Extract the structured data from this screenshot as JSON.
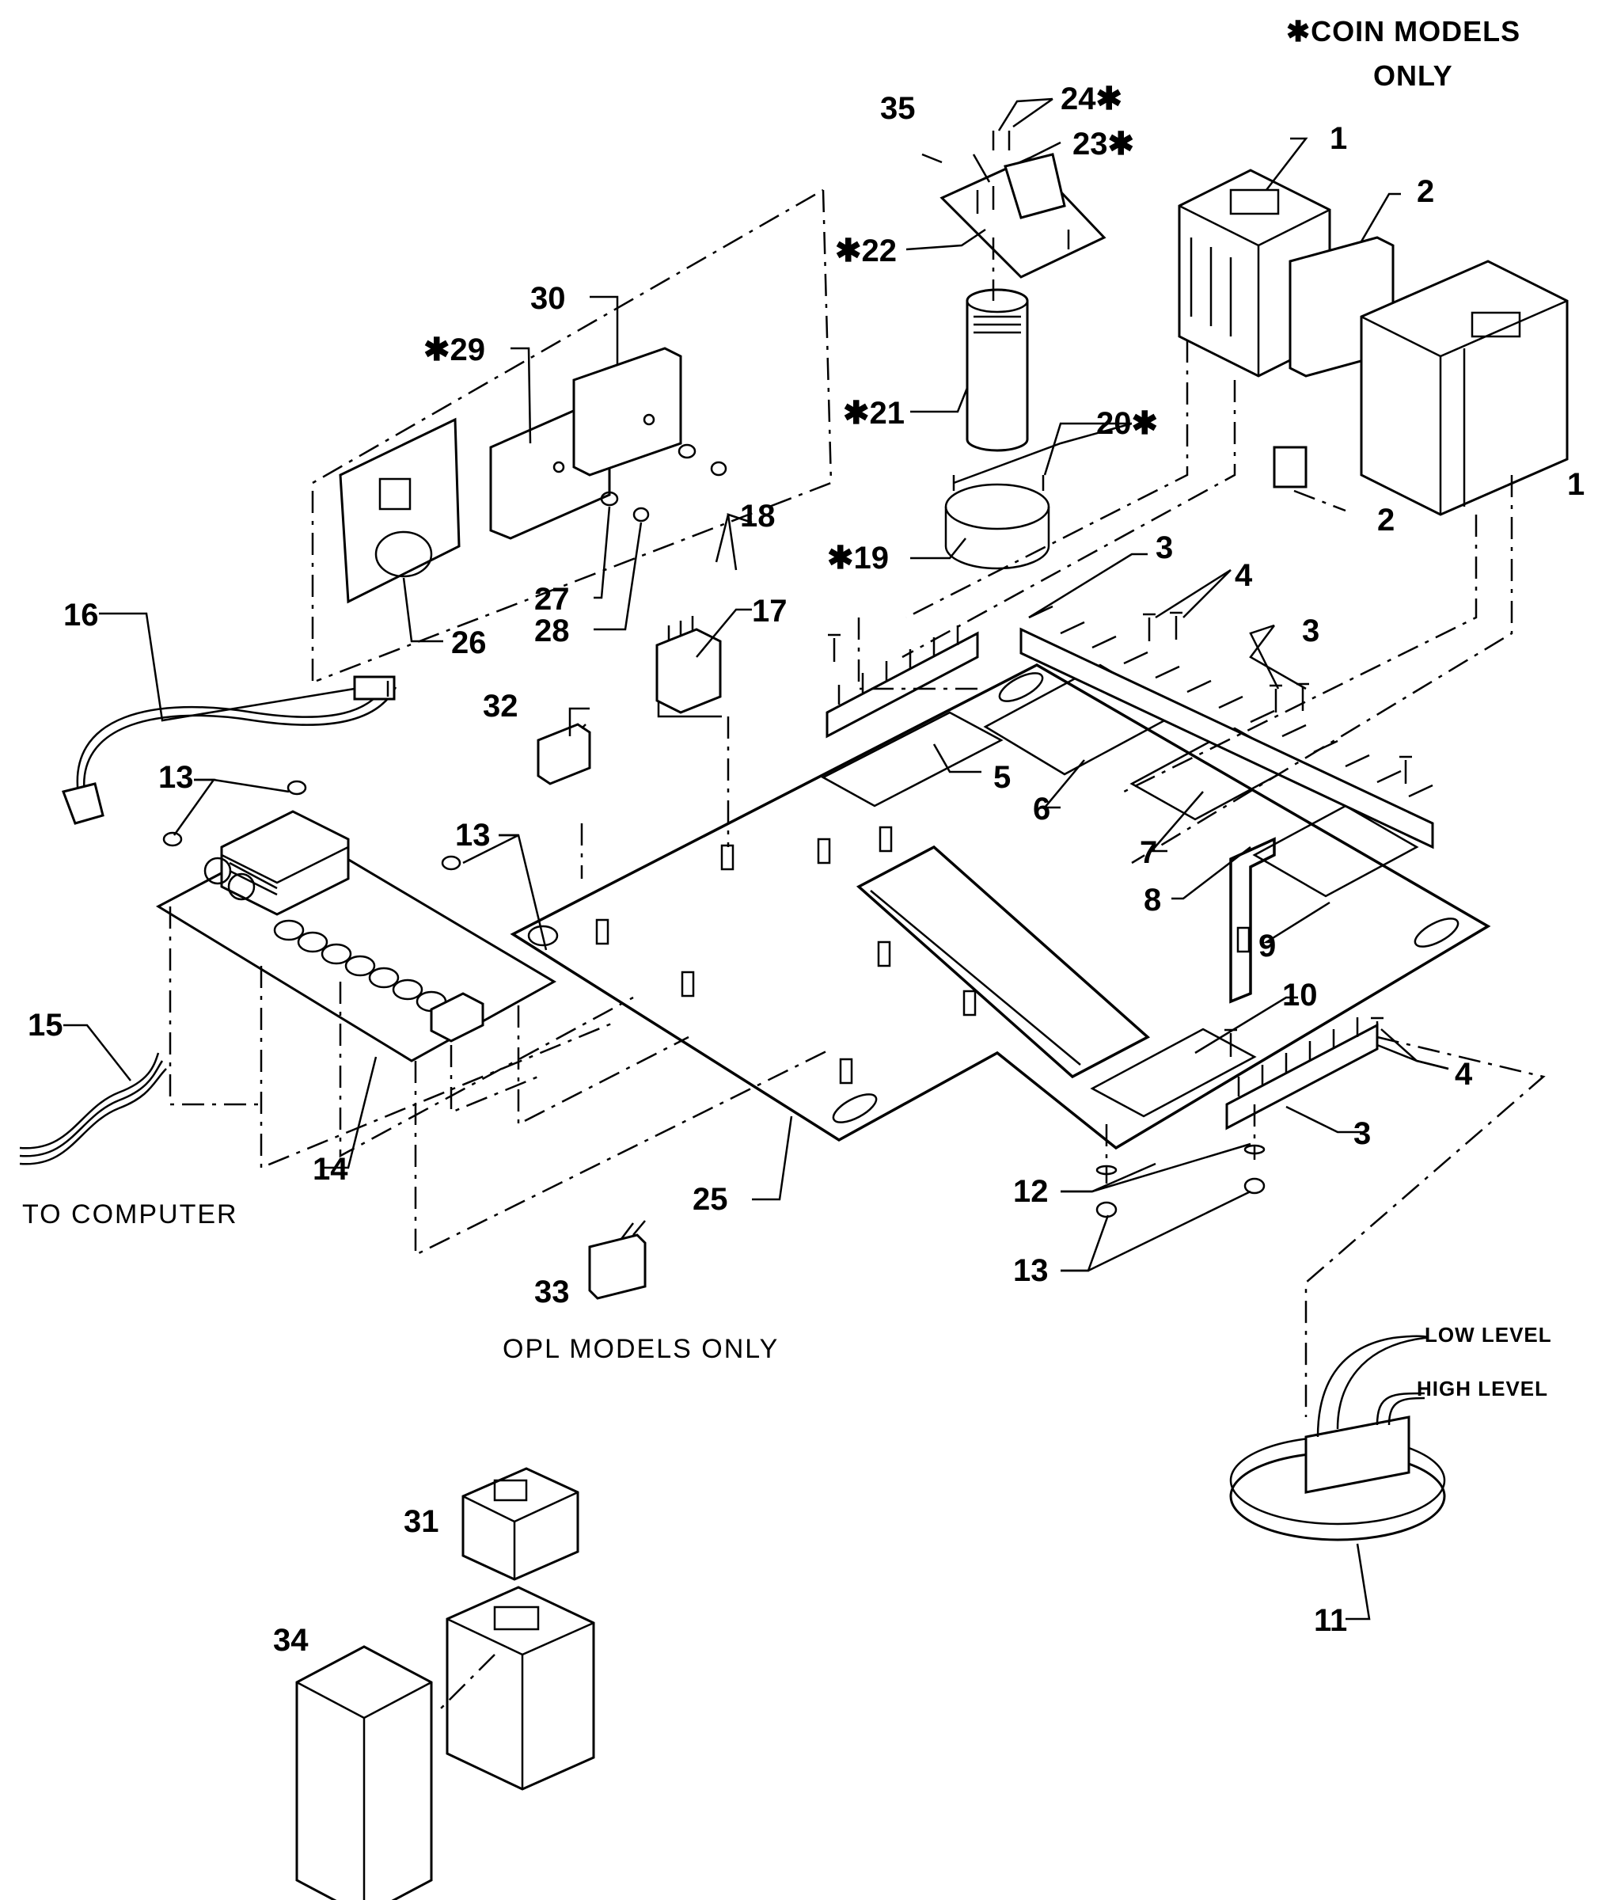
{
  "notes": {
    "coin_models_line1": "✱COIN MODELS",
    "coin_models_line2": "ONLY",
    "to_computer": "TO COMPUTER",
    "opl_models_only": "OPL MODELS ONLY",
    "low_level": "LOW LEVEL",
    "high_level": "HIGH LEVEL"
  },
  "callouts": {
    "c1a": "1",
    "c1b": "1",
    "c2a": "2",
    "c2b": "2",
    "c3a": "3",
    "c3b": "3",
    "c3c": "3",
    "c4a": "4",
    "c4b": "4",
    "c5": "5",
    "c6": "6",
    "c7": "7",
    "c8": "8",
    "c9": "9",
    "c10": "10",
    "c11": "11",
    "c12": "12",
    "c13a": "13",
    "c13b": "13",
    "c13c": "13",
    "c14": "14",
    "c15": "15",
    "c16": "16",
    "c17": "17",
    "c18": "18",
    "c19": "✱19",
    "c20": "20✱",
    "c21": "✱21",
    "c22": "✱22",
    "c23": "23✱",
    "c24": "24✱",
    "c25": "25",
    "c26": "26",
    "c27": "27",
    "c28": "28",
    "c29": "✱29",
    "c30": "30",
    "c31": "31",
    "c32": "32",
    "c33": "33",
    "c34": "34",
    "c35": "35"
  }
}
